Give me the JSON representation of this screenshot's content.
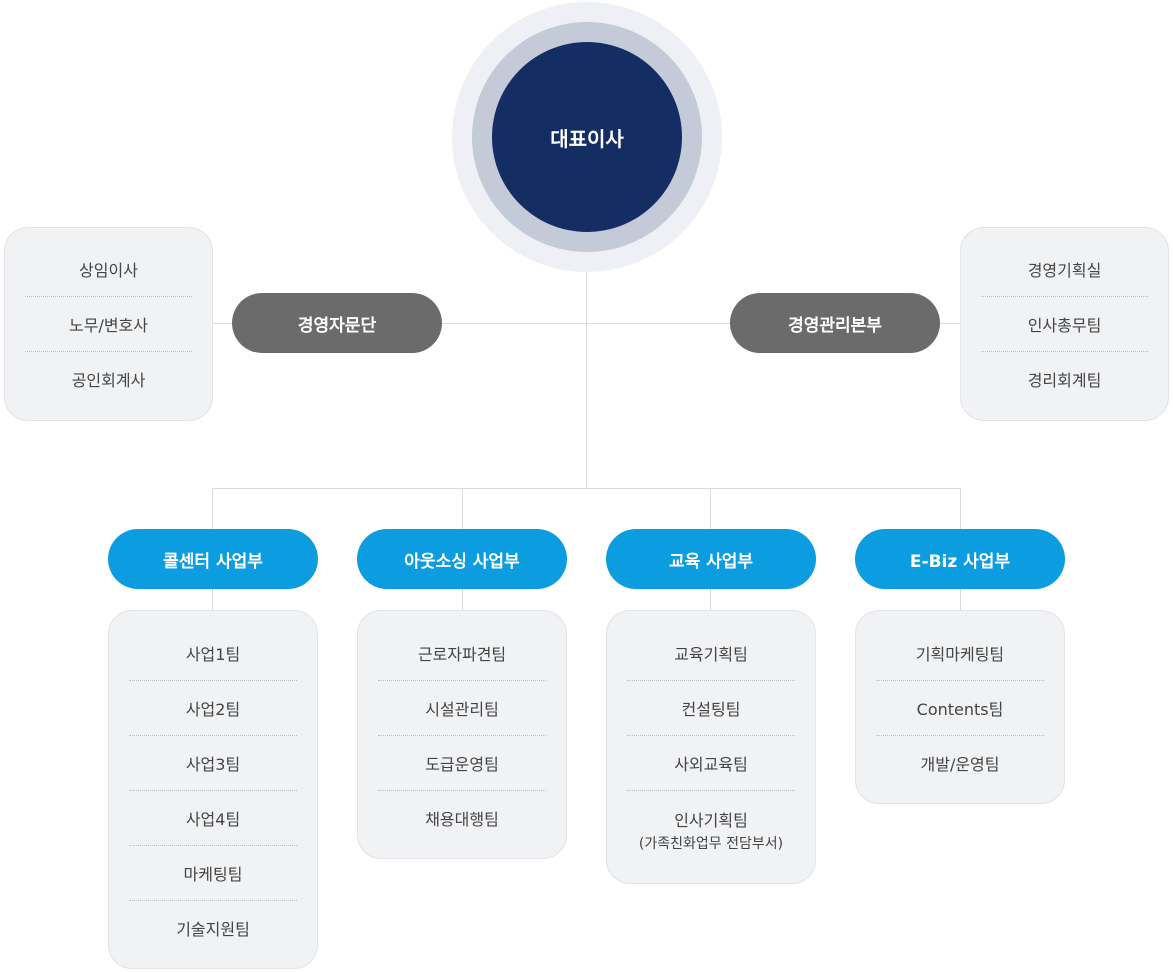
{
  "ceo": {
    "label": "대표이사"
  },
  "advisory": {
    "label": "경영자문단",
    "items": [
      "상임이사",
      "노무/변호사",
      "공인회계사"
    ]
  },
  "management": {
    "label": "경영관리본부",
    "items": [
      "경영기획실",
      "인사총무팀",
      "경리회계팀"
    ]
  },
  "divisions": [
    {
      "label": "콜센터 사업부",
      "items": [
        "사업1팀",
        "사업2팀",
        "사업3팀",
        "사업4팀",
        "마케팅팀",
        "기술지원팀"
      ]
    },
    {
      "label": "아웃소싱 사업부",
      "items": [
        "근로자파견팀",
        "시설관리팀",
        "도급운영팀",
        "채용대행팀"
      ]
    },
    {
      "label": "교육 사업부",
      "items": [
        "교육기획팀",
        "컨설팅팀",
        "사외교육팀",
        "인사기획팀"
      ],
      "item_note": "(가족친화업무 전담부서)"
    },
    {
      "label": "E-Biz 사업부",
      "items": [
        "기획마케팅팀",
        "Contents팀",
        "개발/운영팀"
      ]
    }
  ],
  "colors": {
    "ceo": "#142d63",
    "staff_pill": "#6b6b6b",
    "division_pill": "#0c9ce0",
    "team_box": "#f1f2f4",
    "connector": "#d8dadf"
  }
}
